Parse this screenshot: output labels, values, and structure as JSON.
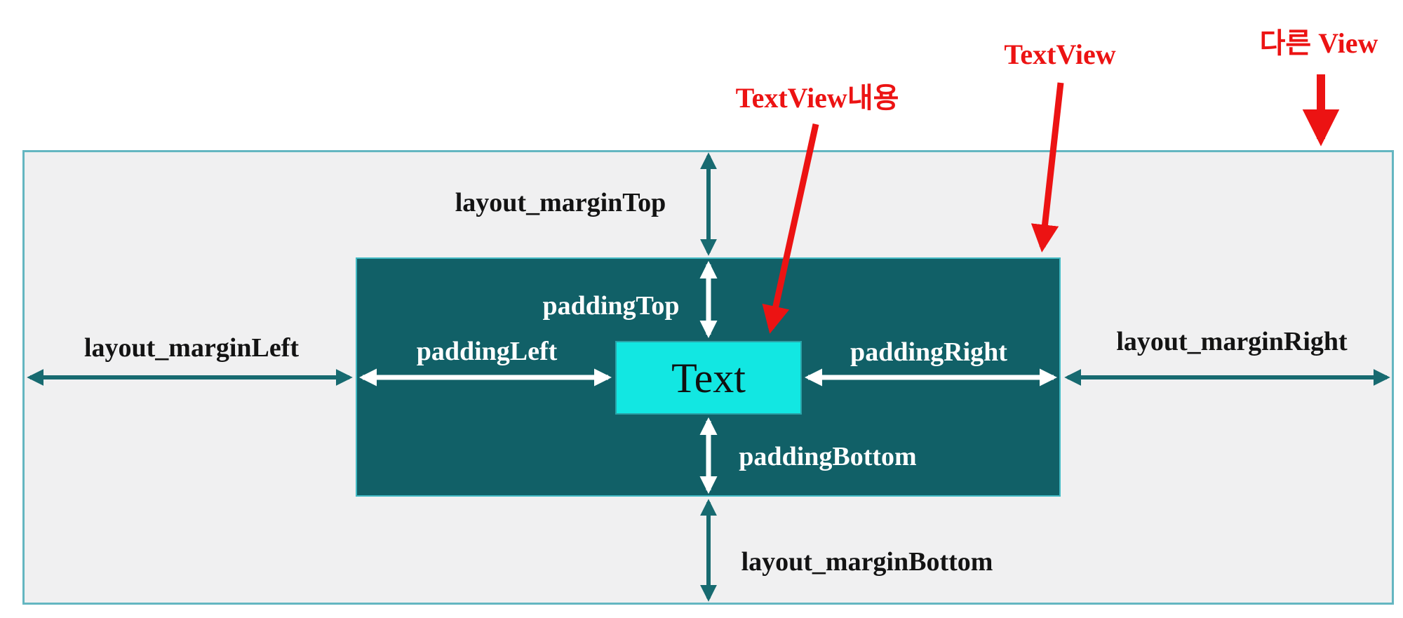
{
  "diagram": {
    "title_hint": "Android TextView margin / padding diagram",
    "text_box": {
      "label": "Text"
    },
    "labels": {
      "layout_margin_top": "layout_marginTop",
      "padding_top": "paddingTop",
      "layout_margin_left": "layout_marginLeft",
      "padding_left": "paddingLeft",
      "padding_right": "paddingRight",
      "layout_margin_right": "layout_marginRight",
      "padding_bottom": "paddingBottom",
      "layout_margin_bottom": "layout_marginBottom"
    },
    "annotations": {
      "textview_content": "TextView내용",
      "textview": "TextView",
      "other_view": "다른 View"
    },
    "arrows": [
      {
        "name": "layout-margin-top-arrow",
        "style": "teal-double",
        "orientation": "vertical"
      },
      {
        "name": "padding-top-arrow",
        "style": "white-double",
        "orientation": "vertical"
      },
      {
        "name": "layout-margin-left-arrow",
        "style": "teal-double",
        "orientation": "horizontal"
      },
      {
        "name": "padding-left-arrow",
        "style": "white-double",
        "orientation": "horizontal"
      },
      {
        "name": "padding-right-arrow",
        "style": "white-double",
        "orientation": "horizontal"
      },
      {
        "name": "layout-margin-right-arrow",
        "style": "teal-double",
        "orientation": "horizontal"
      },
      {
        "name": "padding-bottom-arrow",
        "style": "white-double",
        "orientation": "vertical"
      },
      {
        "name": "layout-margin-bottom-arrow",
        "style": "teal-double",
        "orientation": "vertical"
      },
      {
        "name": "textview-content-pointer",
        "style": "red-single",
        "points_to": "text-content-box"
      },
      {
        "name": "textview-pointer",
        "style": "red-single",
        "points_to": "textview-box"
      },
      {
        "name": "other-view-pointer",
        "style": "red-single",
        "points_to": "outer-view-box"
      }
    ],
    "colors": {
      "outer_view_fill": "#f0f0f1",
      "outer_view_border": "#64b6c1",
      "textview_fill": "#116067",
      "textview_border": "#43bac4",
      "text_box_fill": "#12e7e2",
      "arrow_teal": "#176a70",
      "arrow_white": "#ffffff",
      "annotation_red": "#ec1313",
      "label_black": "#131313"
    }
  }
}
